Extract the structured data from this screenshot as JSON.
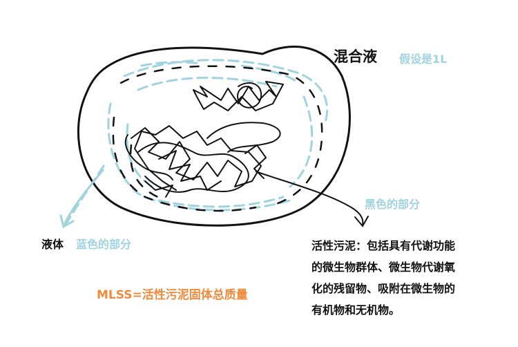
{
  "labels": {
    "mixed_liquor": "混合液",
    "assumption": "假设是1L",
    "black_part": "黑色的部分",
    "liquid": "液体",
    "blue_part": "蓝色的部分",
    "mlss": "MLSS=活性污泥固体总质量"
  },
  "description": {
    "lines": [
      "活性污泥：包括具有代谢功能",
      "的微生物群体、微生物代谢氧",
      "化的残留物、吸附在微生物的",
      "有机物和无机物。"
    ]
  },
  "colors": {
    "outline": "#111111",
    "liquid_blue": "#9fd3e0",
    "mlss_orange": "#f08a3c"
  }
}
